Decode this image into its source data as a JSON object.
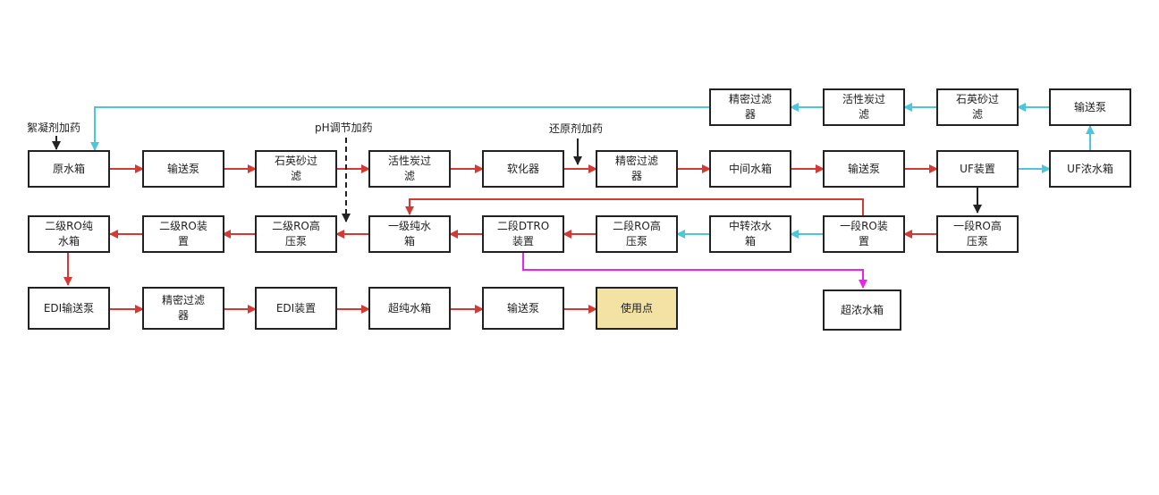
{
  "nodes": {
    "yuanshui": [
      "原水箱"
    ],
    "shusong1": [
      "输送泵"
    ],
    "shiying1": [
      "石英砂过",
      "滤"
    ],
    "huoxing1": [
      "活性炭过",
      "滤"
    ],
    "ruanhua": [
      "软化器"
    ],
    "jingmi1": [
      "精密过滤",
      "器"
    ],
    "zhongjian": [
      "中间水箱"
    ],
    "shusong2": [
      "输送泵"
    ],
    "uf": [
      "UF装置"
    ],
    "ufnong": [
      "UF浓水箱"
    ],
    "jingmi_top": [
      "精密过滤",
      "器"
    ],
    "huoxing_top": [
      "活性炭过",
      "滤"
    ],
    "shiying_top": [
      "石英砂过",
      "滤"
    ],
    "shusong_top": [
      "输送泵"
    ],
    "erji_ro_chun": [
      "二级RO纯",
      "水箱"
    ],
    "erji_ro": [
      "二级RO装",
      "置"
    ],
    "erji_ro_gaoya": [
      "二级RO高",
      "压泵"
    ],
    "yiji_chun": [
      "一级纯水",
      "箱"
    ],
    "erduan_dtro": [
      "二段DTRO",
      "装置"
    ],
    "erduan_ro_gaoya": [
      "二段RO高",
      "压泵"
    ],
    "zhongzhuan": [
      "中转浓水",
      "箱"
    ],
    "yiduan_ro": [
      "一段RO装",
      "置"
    ],
    "yiduan_ro_gaoya": [
      "一段RO高",
      "压泵"
    ],
    "edi_pump": [
      "EDI输送泵"
    ],
    "jingmi2": [
      "精密过滤",
      "器"
    ],
    "edi": [
      "EDI装置"
    ],
    "chaochun": [
      "超纯水箱"
    ],
    "shusong3": [
      "输送泵"
    ],
    "shiyong": [
      "使用点"
    ],
    "chaonong": [
      "超浓水箱"
    ]
  },
  "labels": {
    "xuning": "絮凝剂加药",
    "ph": "pH调节加药",
    "huanyuan": "还原剂加药"
  },
  "colors": {
    "red": "#d43a33",
    "cyan": "#4cc6dc",
    "magenta": "#ee22ee",
    "black": "#222222",
    "highlight": "#f2e2a4"
  }
}
